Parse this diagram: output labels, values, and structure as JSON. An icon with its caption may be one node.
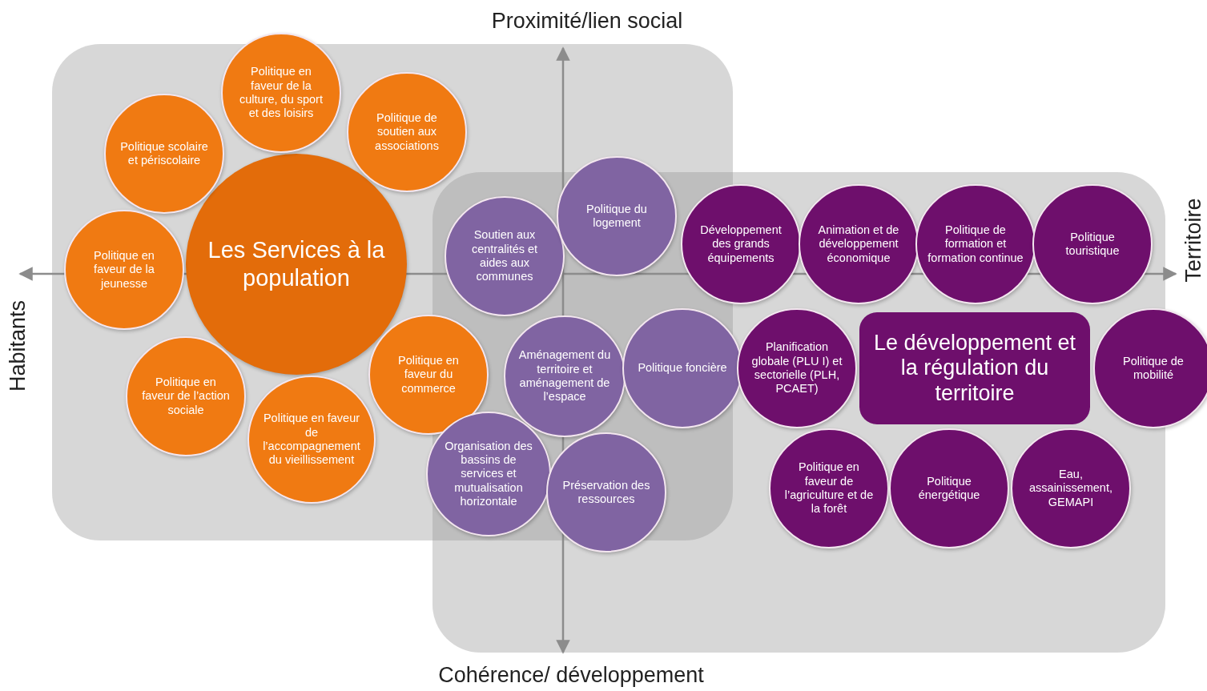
{
  "diagram": {
    "nodes": [
      {
        "text": [
          "Les Services à la population"
        ]
      },
      {
        "text": [
          "Politique en faveur de la culture, du sport et des loisirs"
        ]
      },
      {
        "text": [
          "Politique scolaire et périscolaire"
        ]
      },
      {
        "text": [
          "Politique de soutien aux associations"
        ]
      },
      {
        "text": [
          "Politique en faveur de la jeunesse"
        ]
      },
      {
        "text": [
          "Politique en faveur de l’action sociale"
        ]
      },
      {
        "text": [
          "Politique en faveur de l’accompagnement du vieillissement"
        ]
      },
      {
        "text": [
          "Politique en faveur du commerce"
        ]
      },
      {
        "text": [
          "Soutien aux centralités et aides aux communes"
        ]
      },
      {
        "text": [
          "Politique du logement"
        ]
      },
      {
        "text": [
          "Aménagement du territoire et aménagement de l’espace"
        ]
      },
      {
        "text": [
          "Politique foncière"
        ]
      },
      {
        "text": [
          "Organisation des bassins de services et mutualisation horizontale"
        ]
      },
      {
        "text": [
          "Préservation des ressources"
        ]
      },
      {
        "text": [
          "Le développement et la régulation du territoire"
        ]
      },
      {
        "text": [
          "Développement des grands équipements"
        ]
      },
      {
        "text": [
          "Animation et de développement économique"
        ]
      },
      {
        "text": [
          "Politique de formation et formation continue"
        ]
      },
      {
        "text": [
          "Politique touristique"
        ]
      },
      {
        "text": [
          "Planification globale (PLU I) et sectorielle (PLH, PCAET)"
        ]
      },
      {
        "text": [
          "Politique de mobilité"
        ]
      },
      {
        "text": [
          "Politique en faveur de l’agriculture et de la forêt"
        ]
      },
      {
        "text": [
          "Politique énergétique"
        ]
      },
      {
        "text": [
          "Eau, assainissement, GEMAPI"
        ]
      }
    ],
    "labels": [
      "Proximité/lien social",
      "Habitants",
      "Territoire",
      "Cohérence/ développement"
    ]
  }
}
